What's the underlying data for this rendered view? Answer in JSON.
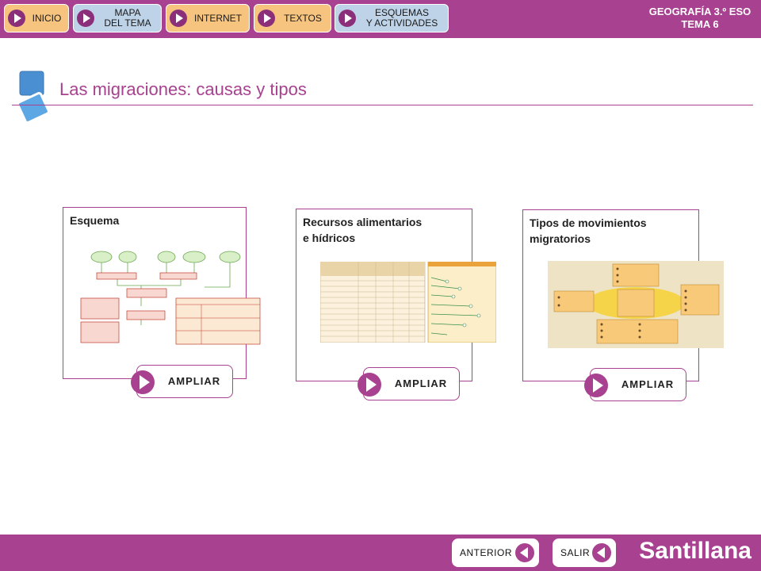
{
  "header": {
    "nav": [
      {
        "label": "INICIO"
      },
      {
        "label": "MAPA\nDEL TEMA"
      },
      {
        "label": "INTERNET"
      },
      {
        "label": "TEXTOS"
      },
      {
        "label": "ESQUEMAS\nY ACTIVIDADES"
      }
    ],
    "grade": "GEOGRAFÍA 3.º ESO\nTEMA 6"
  },
  "page": {
    "title": "Las migraciones: causas y tipos"
  },
  "cards": [
    {
      "title": "Esquema",
      "button": "AMPLIAR"
    },
    {
      "title": "Recursos alimentarios\ne hídricos",
      "button": "AMPLIAR"
    },
    {
      "title": "Tipos de movimientos\nmigratorios",
      "button": "AMPLIAR"
    }
  ],
  "footer": {
    "prev": "ANTERIOR",
    "exit": "SALIR",
    "brand": "Santillana"
  },
  "colors": {
    "brand": "#a8418f",
    "nav_orange": "#f6c47e",
    "nav_blue": "#bfd3e8"
  }
}
